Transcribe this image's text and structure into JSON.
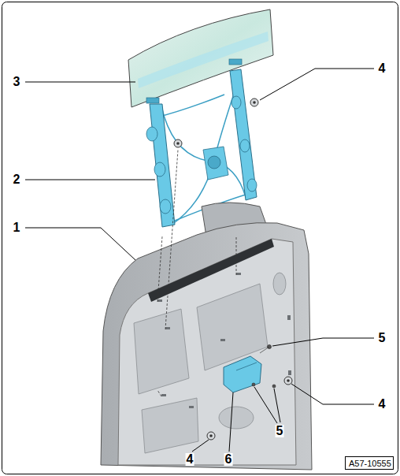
{
  "diagram": {
    "nodes": [
      {
        "text": [
          "A57-10555"
        ]
      }
    ],
    "labels": [
      "3",
      "4",
      "2",
      "1",
      "5",
      "4",
      "5",
      "4",
      "6"
    ]
  }
}
